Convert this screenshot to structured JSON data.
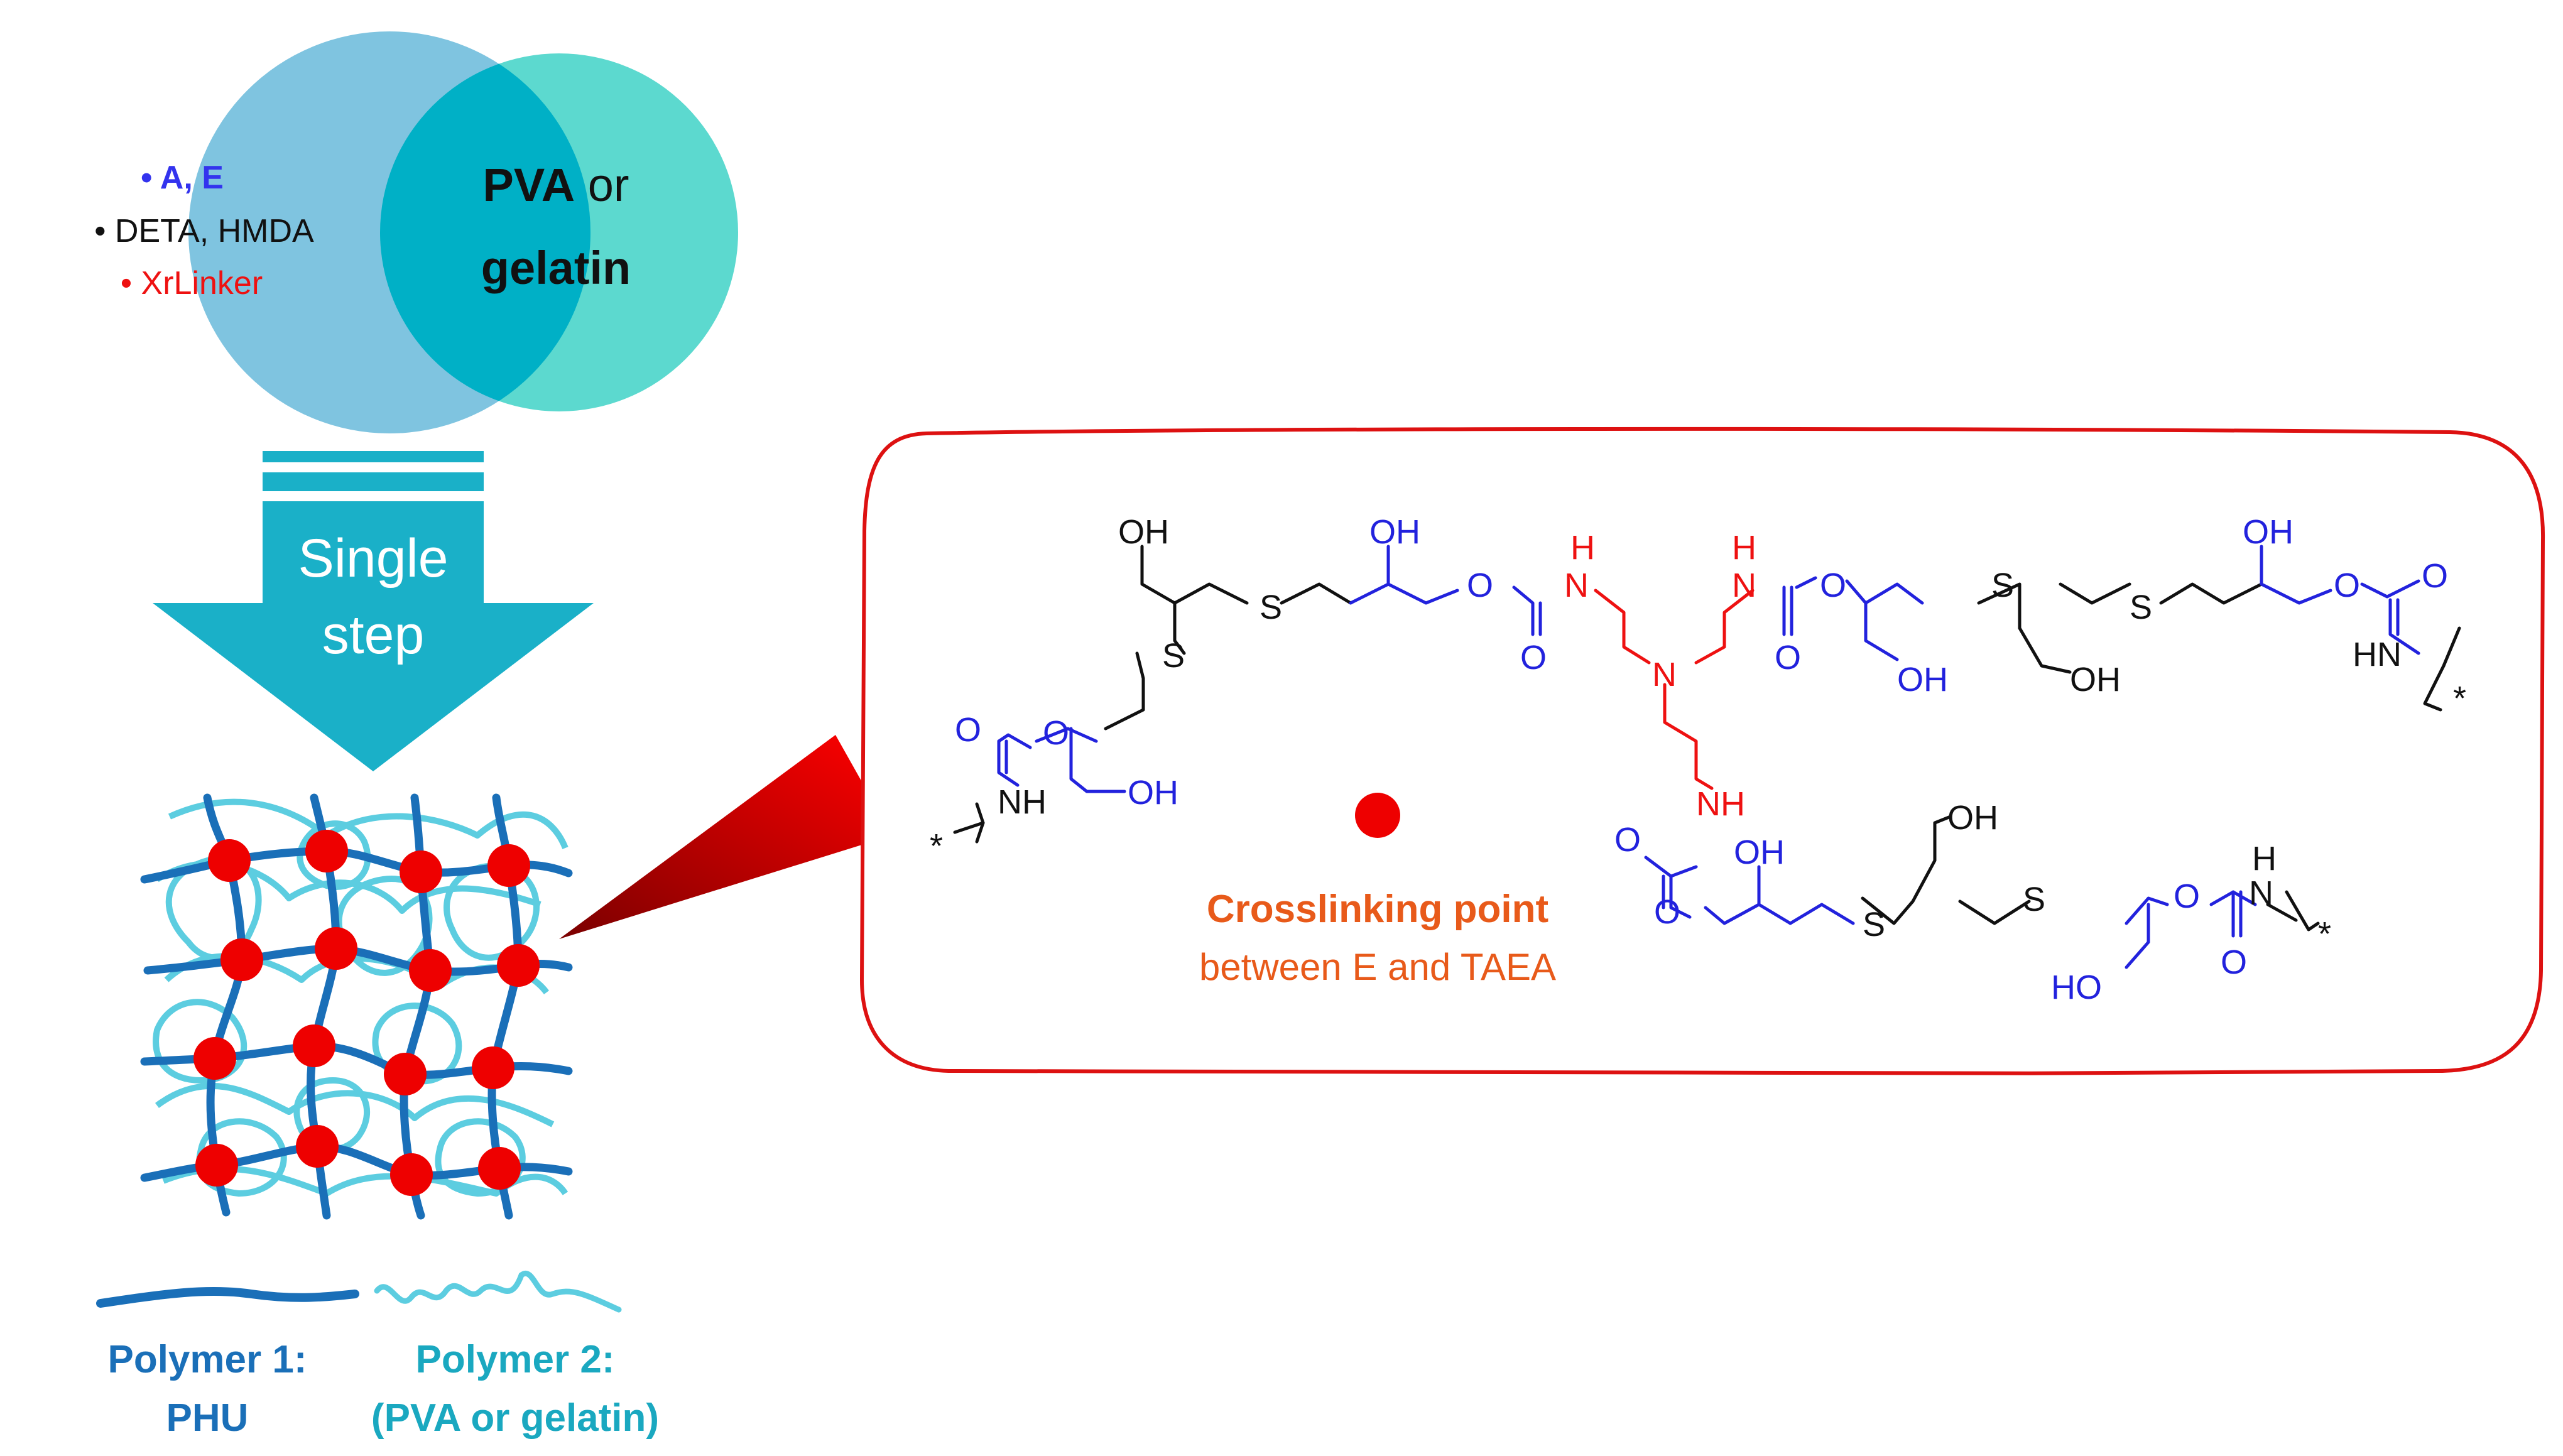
{
  "venn": {
    "left_items": [
      {
        "text": "• A, E",
        "color": "#3333ee",
        "bold": true
      },
      {
        "text": "• DETA, HMDA",
        "color": "#111111",
        "bold": false
      },
      {
        "text": "• XrLinker",
        "color": "#ee1111",
        "bold": false
      }
    ],
    "right_line1_bold": "PVA",
    "right_line1_rest": " or",
    "right_line2": "gelatin"
  },
  "arrow": {
    "line1": "Single",
    "line2": "step"
  },
  "legend": {
    "polymer1_line1": "Polymer 1:",
    "polymer1_line2": "PHU",
    "polymer2_line1": "Polymer 2:",
    "polymer2_line2": "(PVA or gelatin)"
  },
  "callout": {
    "title": "Crosslinking point",
    "subtitle": "between E and TAEA"
  },
  "atoms": {
    "OH": "OH",
    "HO": "HO",
    "O": "O",
    "S": "S",
    "N": "N",
    "H": "H",
    "NH": "NH",
    "HN": "HN",
    "star": "*"
  },
  "colors": {
    "left_circle": "#7fc4e0",
    "right_circle": "#5cd9cf",
    "overlap": "#00b0c6",
    "arrow": "#1ab0c8",
    "polymer1": "#1a6fb8",
    "polymer2": "#5ccde0",
    "crosslink": "#ee0000",
    "callout_border": "#dd1111",
    "chem_blue": "#2222dd",
    "chem_red": "#ee1111",
    "chem_black": "#111111",
    "orange_text": "#e85a1a"
  }
}
